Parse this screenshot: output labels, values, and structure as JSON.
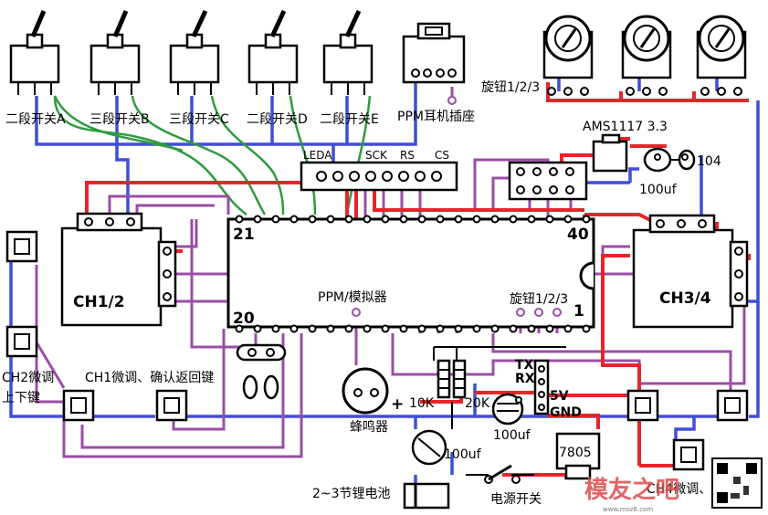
{
  "switches": [
    {
      "label": "二段开关A"
    },
    {
      "label": "三段开关B"
    },
    {
      "label": "三段开关C"
    },
    {
      "label": "二段开关D"
    },
    {
      "label": "二段开关E"
    }
  ],
  "ppm_jack": {
    "label": "PPM耳机插座"
  },
  "knobs": {
    "label": "旋钮1/2/3"
  },
  "ams_label": "AMS1117 3.3",
  "cap_104": "104",
  "cap_100uf_top": "100uf",
  "cap_100uf_bottom": "100uf",
  "cap_100uf_mid": "100uf",
  "lcd_pins": [
    "LEDA",
    "SCK",
    "RS",
    "CS"
  ],
  "chip": {
    "pin21": "21",
    "pin40": "40",
    "pin20": "20",
    "pin1": "1",
    "center_label": "PPM/模拟器",
    "knob_label": "旋钮1/2/3"
  },
  "gimbal_left": "CH1/2",
  "gimbal_right": "CH3/4",
  "uart": {
    "tx": "TX",
    "rx": "RX",
    "v5": "5V",
    "gnd": "GND"
  },
  "resistor_10k": "10K",
  "resistor_20k": "20K",
  "plus_sign": "+",
  "buzzer": "蜂鸣器",
  "regulator": "7805",
  "battery": "2~3节锂电池",
  "power_switch": "电源开关",
  "ch2_trim": "CH2微调",
  "up_down": "上下键",
  "ch1_trim": "CH1微调、确认返回键",
  "ch4_trim": "CH4微调、",
  "watermark": "模友之吧",
  "watermark_url": "www.moz8.com",
  "colors": {
    "red": "#e8242b",
    "blue": "#3f4fd6",
    "purple": "#9b4ea6",
    "green": "#2f9b3f",
    "black": "#000000"
  }
}
